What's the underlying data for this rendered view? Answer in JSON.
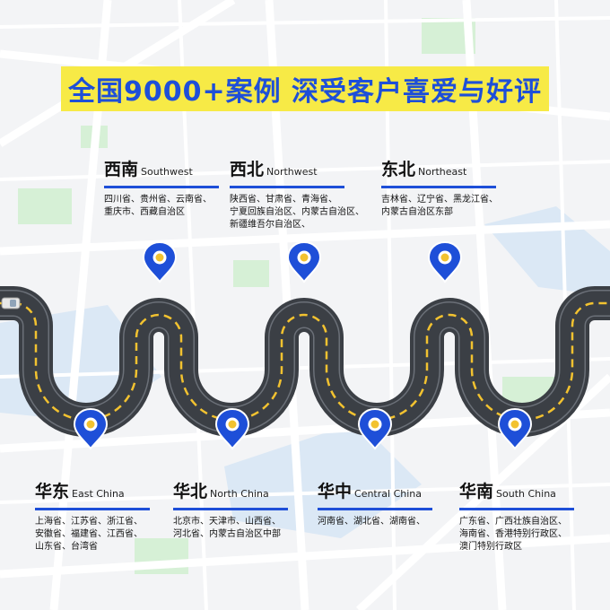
{
  "banner": {
    "title": "全国9000+案例 深受客户喜爱与好评"
  },
  "regions": {
    "southwest": {
      "zh": "西南",
      "en": "Southwest",
      "provinces": "四川省、贵州省、云南省、\n重庆市、西藏自治区"
    },
    "northwest": {
      "zh": "西北",
      "en": "Northwest",
      "provinces": "陕西省、甘肃省、青海省、\n宁夏回族自治区、内蒙古自治区、\n新疆维吾尔自治区、"
    },
    "northeast": {
      "zh": "东北",
      "en": "Northeast",
      "provinces": "吉林省、辽宁省、黑龙江省、\n内蒙古自治区东部"
    },
    "east": {
      "zh": "华东",
      "en": "East China",
      "provinces": "上海省、江苏省、浙江省、\n安徽省、福建省、江西省、\n山东省、台湾省"
    },
    "north": {
      "zh": "华北",
      "en": "North China",
      "provinces": "北京市、天津市、山西省、\n河北省、内蒙古自治区中部"
    },
    "central": {
      "zh": "华中",
      "en": "Central China",
      "provinces": "河南省、湖北省、湖南省、"
    },
    "south": {
      "zh": "华南",
      "en": "South China",
      "provinces": "广东省、广西壮族自治区、\n海南省、香港特别行政区、\n澳门特别行政区"
    }
  },
  "colors": {
    "accent_blue": "#1e4fd8",
    "banner_yellow": "#f7ea46",
    "road_asphalt": "#3b3f45",
    "road_line": "#f2c230",
    "map_green": "#d6f0d6",
    "map_water": "#dbe8f5"
  },
  "icons": {
    "pin": "map-pin-icon",
    "car": "car-icon"
  }
}
